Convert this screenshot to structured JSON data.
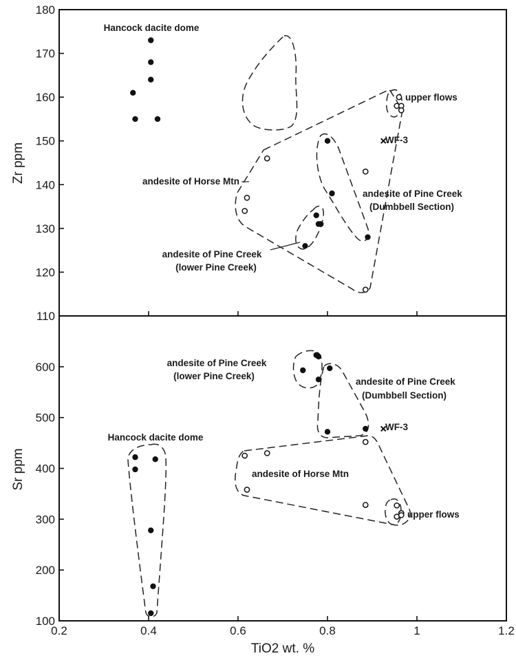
{
  "chart_data": [
    {
      "type": "scatter",
      "panel": "top",
      "xlabel": "",
      "ylabel": "Zr ppm",
      "xlim": [
        0.2,
        1.2
      ],
      "ylim": [
        110,
        180
      ],
      "yticks": [
        "110",
        "120",
        "130",
        "140",
        "150",
        "160",
        "170",
        "180"
      ],
      "series": [
        {
          "name": "Hancock dacite dome",
          "marker": "filled",
          "x": [
            0.405,
            0.405,
            0.405,
            0.365,
            0.37,
            0.42
          ],
          "y": [
            173,
            168,
            164,
            161,
            155,
            155
          ]
        },
        {
          "name": "andesite of Pine Creek (lower Pine Creek)",
          "marker": "filled",
          "x": [
            0.775,
            0.78,
            0.785,
            0.75
          ],
          "y": [
            133,
            131,
            131,
            126
          ]
        },
        {
          "name": "andesite of Pine Creek (Dumbbell Section)",
          "marker": "filled",
          "x": [
            0.8,
            0.81,
            0.89
          ],
          "y": [
            150,
            138,
            128
          ]
        },
        {
          "name": "andesite of Horse Mtn",
          "marker": "open",
          "x": [
            0.665,
            0.62,
            0.615,
            0.885,
            0.885
          ],
          "y": [
            146,
            137,
            134,
            143,
            116
          ]
        },
        {
          "name": "upper flows",
          "marker": "open",
          "x": [
            0.96,
            0.955,
            0.965,
            0.965
          ],
          "y": [
            160,
            158,
            158,
            157
          ]
        },
        {
          "name": "WF-3",
          "marker": "cross",
          "x": [
            0.925
          ],
          "y": [
            150
          ]
        }
      ],
      "annotations": [
        {
          "text": "Hancock dacite dome"
        },
        {
          "text": "upper flows"
        },
        {
          "text": "WF-3"
        },
        {
          "text": "andesite of Horse Mtn"
        },
        {
          "text": "andesite of Pine Creek"
        },
        {
          "text": "(Dumbbell Section)"
        },
        {
          "text": "andesite of Pine Creek"
        },
        {
          "text": "(lower Pine Creek)"
        }
      ]
    },
    {
      "type": "scatter",
      "panel": "bottom",
      "xlabel": "TiO2 wt. %",
      "ylabel": "Sr ppm",
      "xlim": [
        0.2,
        1.2
      ],
      "ylim": [
        100,
        700
      ],
      "xticks": [
        "0.2",
        "0.4",
        "0.6",
        "0.8",
        "1",
        "1.2"
      ],
      "yticks": [
        "100",
        "200",
        "300",
        "400",
        "500",
        "600"
      ],
      "series": [
        {
          "name": "Hancock dacite dome",
          "marker": "filled",
          "x": [
            0.37,
            0.415,
            0.37,
            0.405,
            0.41,
            0.405
          ],
          "y": [
            422,
            418,
            398,
            278,
            168,
            115
          ]
        },
        {
          "name": "andesite of Pine Creek (lower Pine Creek)",
          "marker": "filled",
          "x": [
            0.775,
            0.78,
            0.745,
            0.78
          ],
          "y": [
            623,
            620,
            593,
            575
          ]
        },
        {
          "name": "andesite of Pine Creek (Dumbbell Section)",
          "marker": "filled",
          "x": [
            0.805,
            0.8,
            0.885
          ],
          "y": [
            597,
            472,
            478
          ]
        },
        {
          "name": "andesite of Horse Mtn",
          "marker": "open",
          "x": [
            0.615,
            0.665,
            0.62,
            0.885,
            0.885
          ],
          "y": [
            425,
            430,
            358,
            452,
            328
          ]
        },
        {
          "name": "upper flows",
          "marker": "open",
          "x": [
            0.955,
            0.965,
            0.955,
            0.965
          ],
          "y": [
            327,
            312,
            305,
            308
          ]
        },
        {
          "name": "WF-3",
          "marker": "cross",
          "x": [
            0.925
          ],
          "y": [
            478
          ]
        }
      ],
      "annotations": [
        {
          "text": "andesite of Pine Creek"
        },
        {
          "text": "(lower Pine Creek)"
        },
        {
          "text": "andesite of Pine Creek"
        },
        {
          "text": "(Dumbbell Section)"
        },
        {
          "text": "WF-3"
        },
        {
          "text": "Hancock dacite dome"
        },
        {
          "text": "andesite of Horse Mtn"
        },
        {
          "text": "upper flows"
        }
      ]
    }
  ]
}
